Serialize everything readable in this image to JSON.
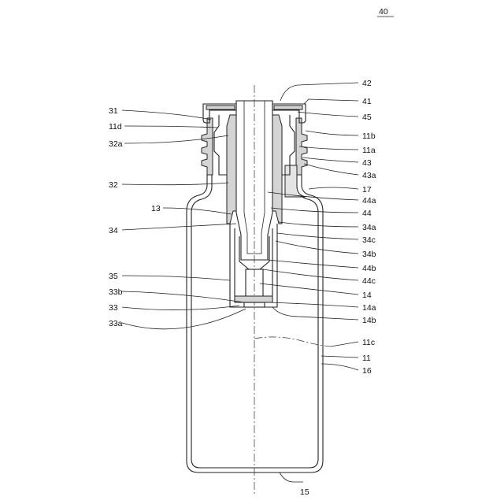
{
  "figure": {
    "id": "40",
    "labels": {
      "l42": "42",
      "l41": "41",
      "l45": "45",
      "l11b": "11b",
      "l11a": "11a",
      "l43": "43",
      "l43a": "43a",
      "l17": "17",
      "l44a": "44a",
      "l44": "44",
      "l34a": "34a",
      "l34c": "34c",
      "l34b": "34b",
      "l44b": "44b",
      "l44c": "44c",
      "l14": "14",
      "l14a": "14a",
      "l14b": "14b",
      "l11c": "11c",
      "l11": "11",
      "l16": "16",
      "l15": "15",
      "l31": "31",
      "l11d": "11d",
      "l32a": "32a",
      "l32": "32",
      "l13": "13",
      "l34": "34",
      "l35": "35",
      "l33b": "33b",
      "l33": "33",
      "l33a": "33a"
    }
  }
}
